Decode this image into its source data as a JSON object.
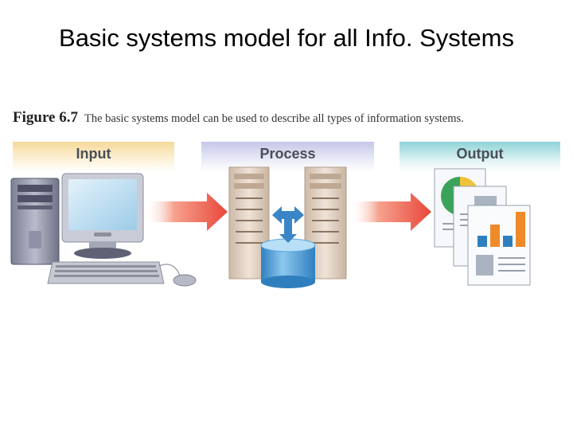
{
  "slide": {
    "title": "Basic systems model for all Info. Systems"
  },
  "figure": {
    "label": "Figure 6.7",
    "caption": "The basic systems model can be used to describe all types of information systems."
  },
  "stages": [
    {
      "label": "Input",
      "icon": "computer-icon",
      "color": "#f6d99a"
    },
    {
      "label": "Process",
      "icon": "server-database-icon",
      "color": "#c5c7e8"
    },
    {
      "label": "Output",
      "icon": "report-documents-icon",
      "color": "#8ed3d8"
    }
  ],
  "colors": {
    "arrow": "#e8463a",
    "database": "#5aa8da",
    "server": "#e3d3c4"
  }
}
